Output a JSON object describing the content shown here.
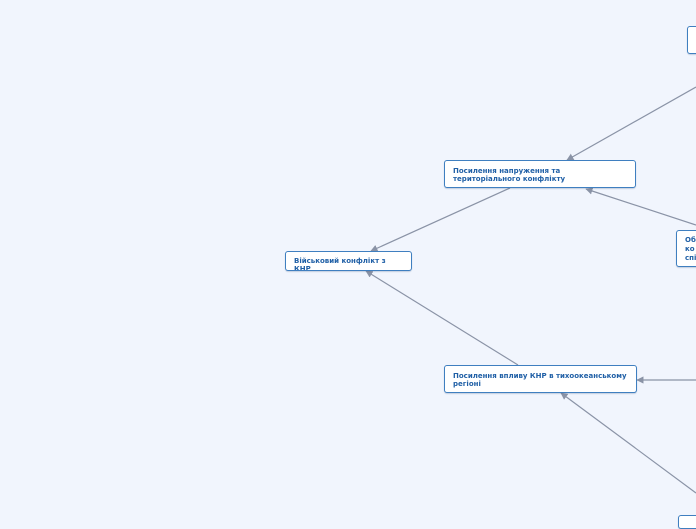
{
  "diagram": {
    "colors": {
      "background": "#f1f5fd",
      "node_border": "#3f7fc0",
      "node_text": "#1f5fa6",
      "edge": "#8a93a6"
    },
    "nodes": {
      "military": {
        "label": "Військовий конфлікт з КНР"
      },
      "tension": {
        "label": "Посилення напруження та територіального конфлікту"
      },
      "influence": {
        "label": "Посилення впливу КНР в тихоокеанському регіоні"
      },
      "partial_mid": {
        "lines": [
          "Об",
          "ко",
          "спі"
        ]
      }
    }
  }
}
